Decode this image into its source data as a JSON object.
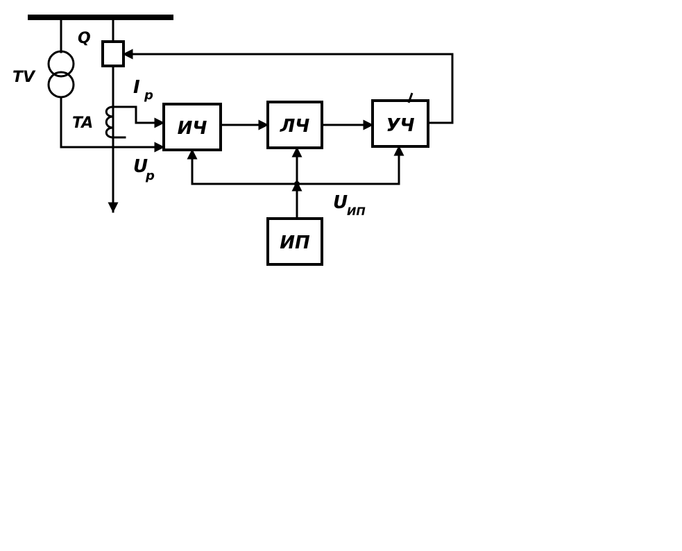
{
  "labels": {
    "q": "Q",
    "tv": "TV",
    "ta": "TA",
    "i_main": "I",
    "i_sub": "р",
    "u_main": "U",
    "u_sub": "р",
    "uip_main": "U",
    "uip_sub": "ИП"
  },
  "blocks": {
    "ich": "ИЧ",
    "lch": "ЛЧ",
    "uch": "УЧ",
    "ip": "ИП"
  }
}
